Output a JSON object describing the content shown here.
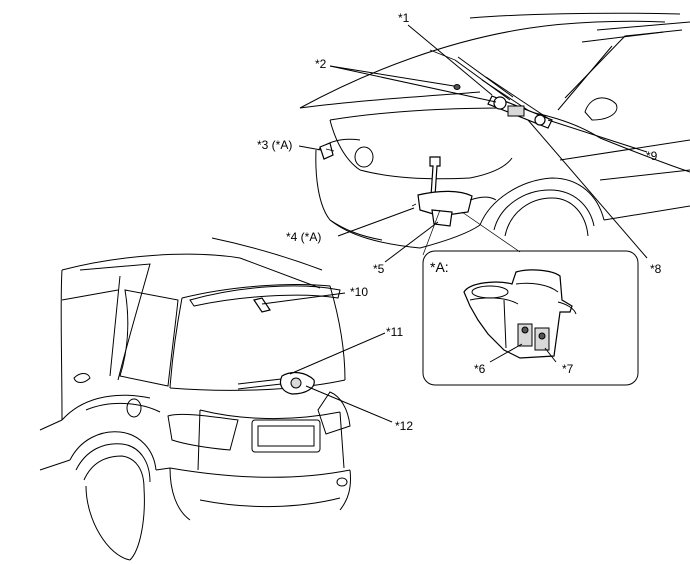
{
  "callouts": {
    "c1": "*1",
    "c2": "*2",
    "c3": "*3 (*A)",
    "c4": "*4 (*A)",
    "c5": "*5",
    "c6": "*6",
    "c7": "*7",
    "c8": "*8",
    "c9": "*9",
    "c10": "*10",
    "c11": "*11",
    "c12": "*12"
  },
  "inset": {
    "title": "*A:"
  },
  "colors": {
    "line": "#000000",
    "background": "#ffffff"
  }
}
